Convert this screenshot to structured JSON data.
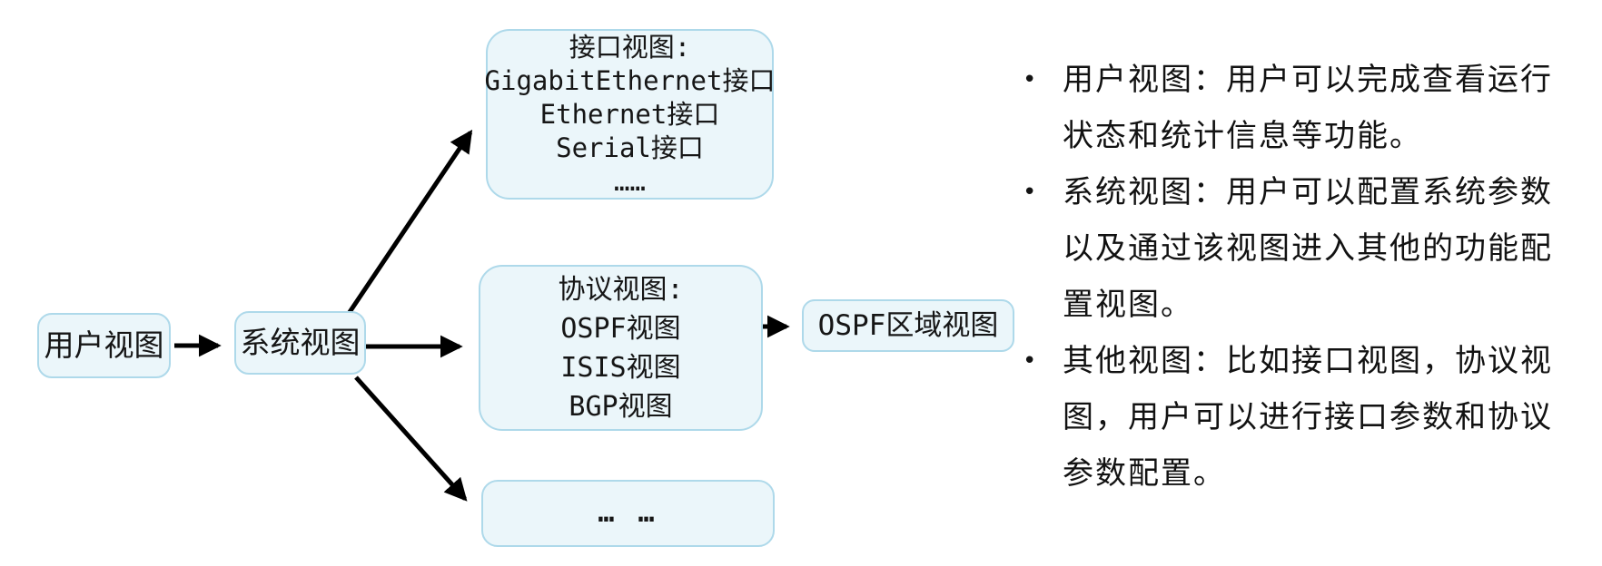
{
  "diagram": {
    "nodes": {
      "user_view": {
        "label": "用户视图"
      },
      "system_view": {
        "label": "系统视图"
      },
      "interface_view": {
        "lines": [
          "接口视图:",
          "GigabitEthernet接口",
          "Ethernet接口",
          "Serial接口",
          "……"
        ]
      },
      "protocol_view": {
        "lines": [
          "协议视图:",
          "OSPF视图",
          "ISIS视图",
          "BGP视图"
        ]
      },
      "etc_view": {
        "label": "… …"
      },
      "ospf_area_view": {
        "label": "OSPF区域视图"
      }
    },
    "colors": {
      "node_fill": "#ebf6fa",
      "node_border": "#aed9ea",
      "arrow": "#000000",
      "text": "#161616"
    }
  },
  "notes": {
    "bullet_char": "•",
    "bullets": [
      "用户视图：用户可以完成查看运行状态和统计信息等功能。",
      "系统视图：用户可以配置系统参数以及通过该视图进入其他的功能配置视图。",
      "其他视图：比如接口视图，协议视图，用户可以进行接口参数和协议参数配置。"
    ]
  }
}
